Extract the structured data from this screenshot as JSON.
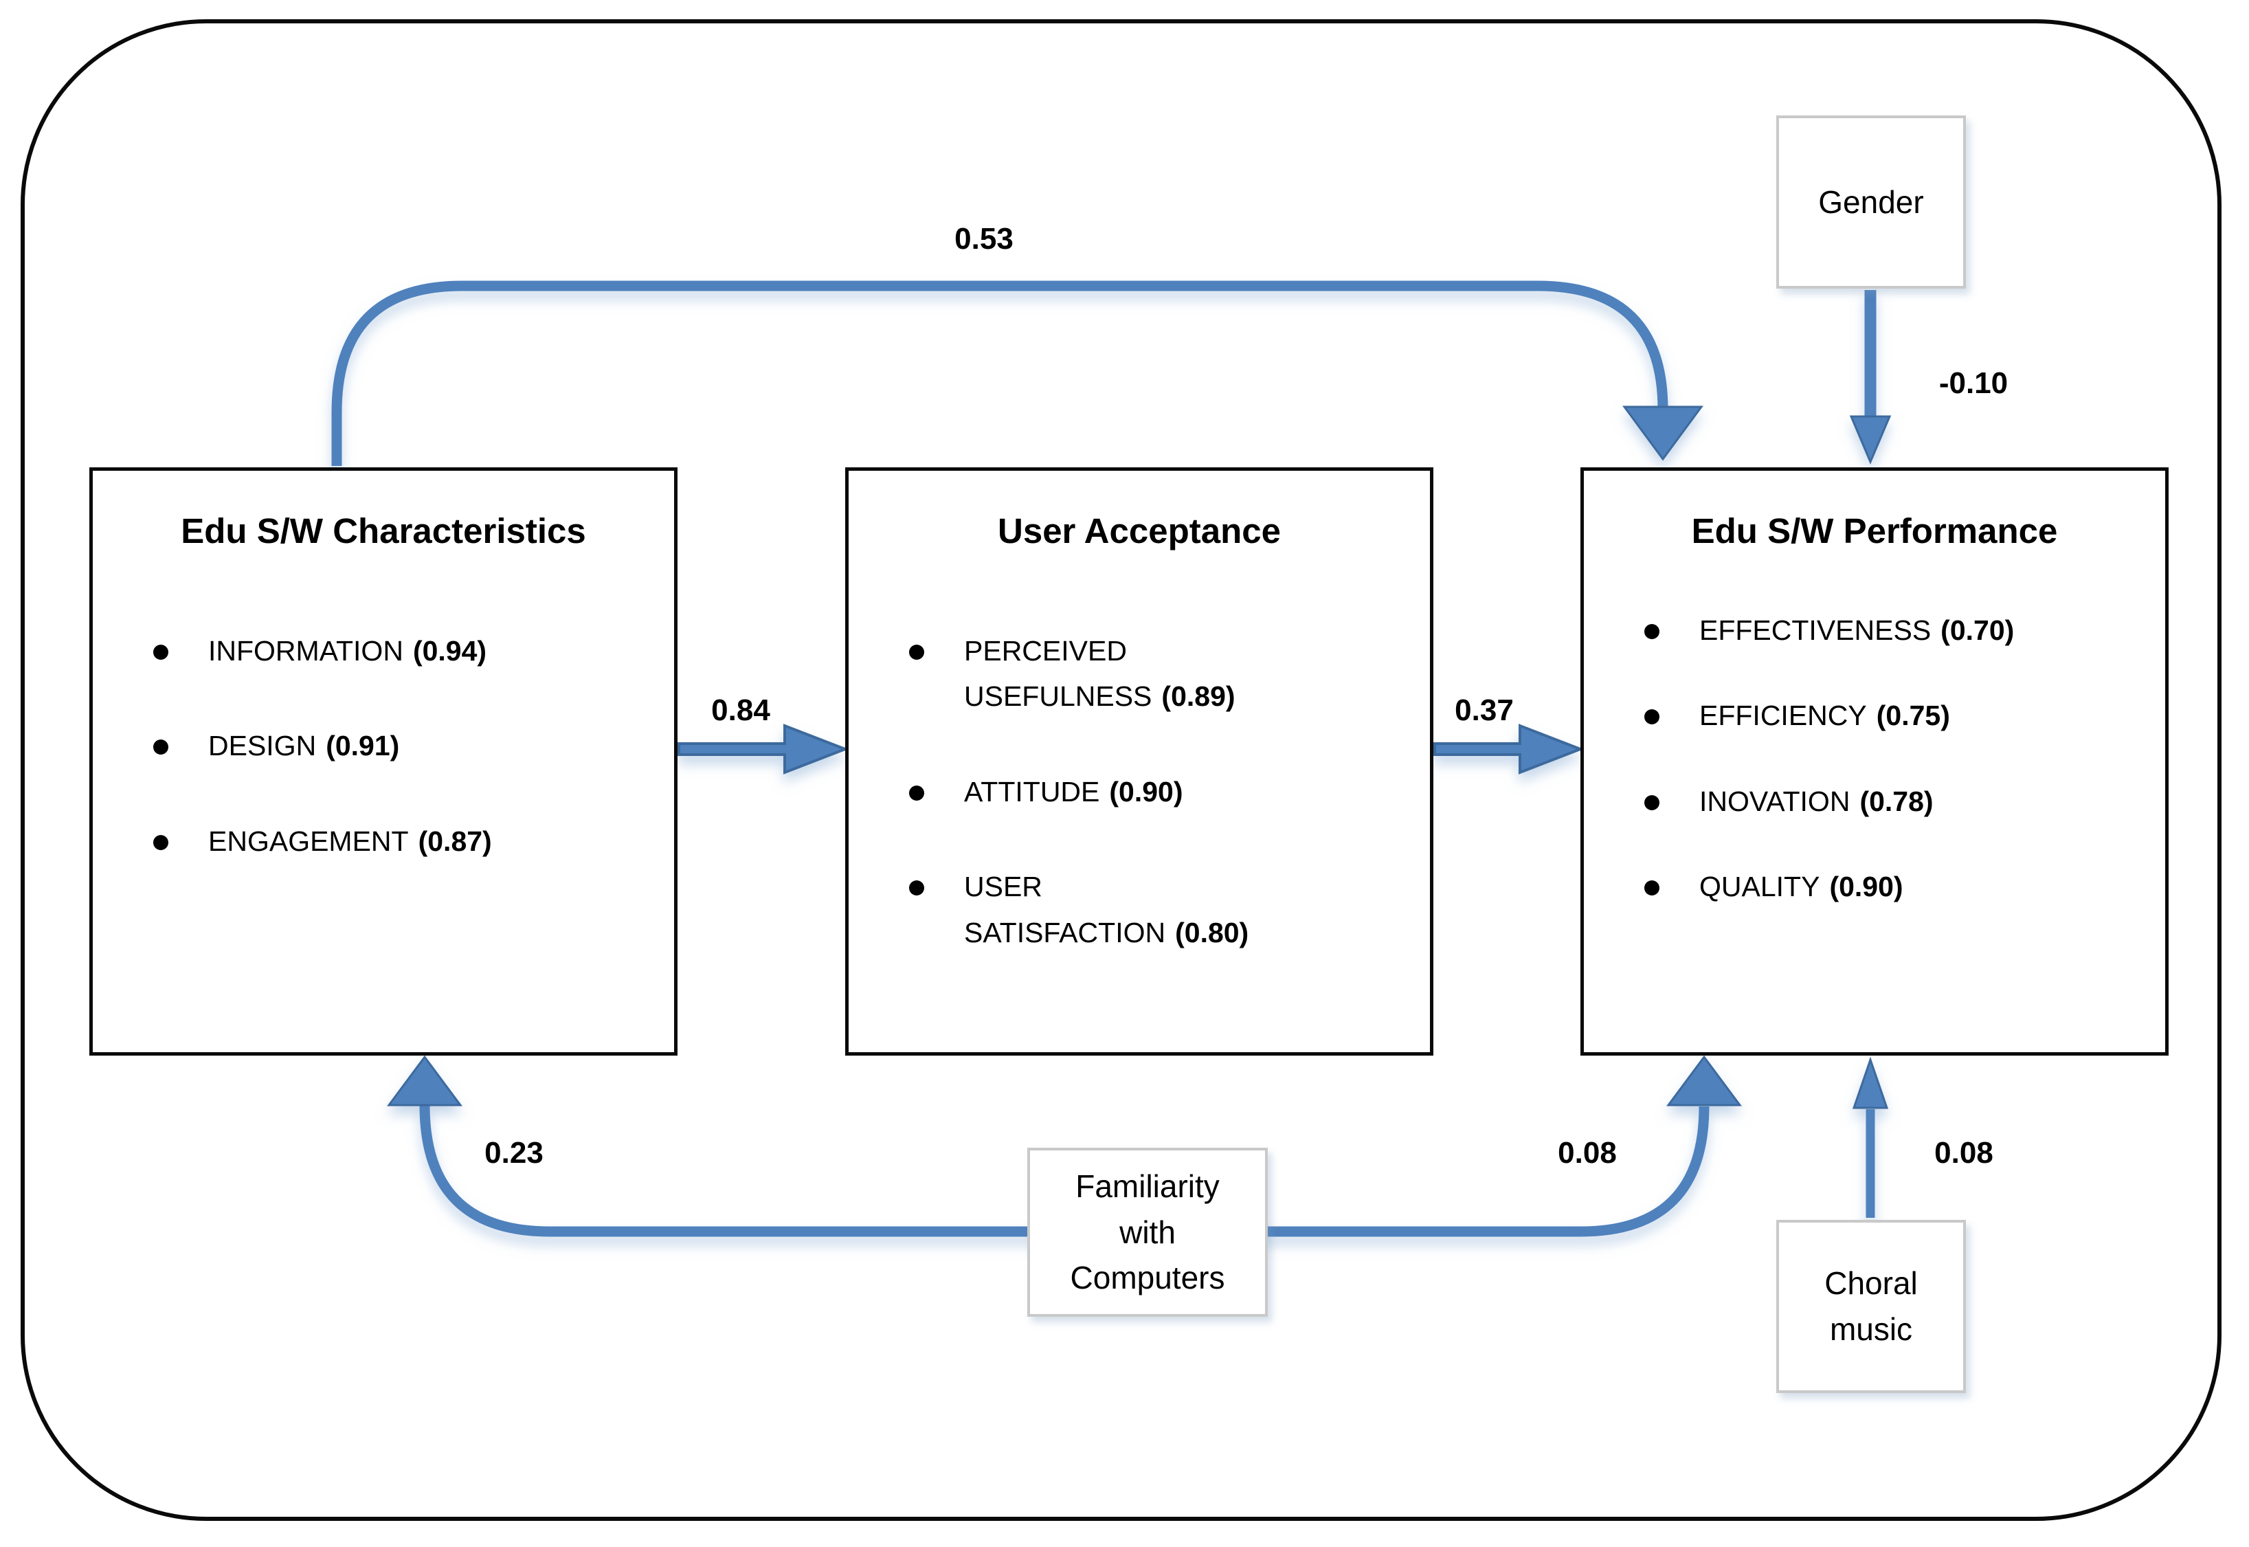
{
  "diagram": {
    "boxes": {
      "characteristics": {
        "title": "Edu S/W Characteristics",
        "items": [
          {
            "label": "INFORMATION",
            "value": "(0.94)"
          },
          {
            "label": "DESIGN",
            "value": "(0.91)"
          },
          {
            "label": "ENGAGEMENT",
            "value": "(0.87)"
          }
        ]
      },
      "acceptance": {
        "title": "User Acceptance",
        "items": [
          {
            "label": "PERCEIVED USEFULNESS",
            "value": "(0.89)"
          },
          {
            "label": "ATTITUDE",
            "value": "(0.90)"
          },
          {
            "label": "USER SATISFACTION",
            "value": "(0.80)"
          }
        ]
      },
      "performance": {
        "title": "Edu S/W Performance",
        "items": [
          {
            "label": "EFFECTIVENESS",
            "value": "(0.70)"
          },
          {
            "label": "EFFICIENCY",
            "value": "(0.75)"
          },
          {
            "label": "INOVATION",
            "value": "(0.78)"
          },
          {
            "label": "QUALITY",
            "value": "(0.90)"
          }
        ]
      }
    },
    "moderators": {
      "gender": "Gender",
      "familiarity": "Familiarity with Computers",
      "choral": "Choral music"
    },
    "coefficients": {
      "characteristics_to_performance": "0.53",
      "characteristics_to_acceptance": "0.84",
      "acceptance_to_performance": "0.37",
      "gender_to_performance": "-0.10",
      "familiarity_to_characteristics": "0.23",
      "familiarity_to_performance": "0.08",
      "choral_to_performance": "0.08"
    },
    "colors": {
      "arrow_fill": "#4f81bd",
      "arrow_outline": "#3e6b9d",
      "main_box_border": "#0a0a0a",
      "small_box_border": "#c9c9c9"
    }
  }
}
